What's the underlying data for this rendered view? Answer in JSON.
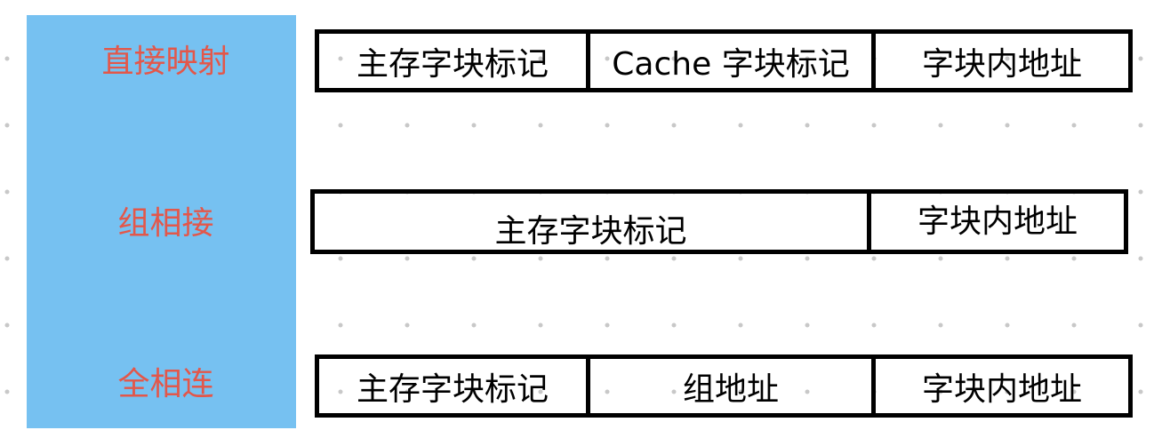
{
  "colors": {
    "panel": "#76c1f1",
    "label": "#e3574a",
    "border": "#000000",
    "dot": "#c8c8c8"
  },
  "rows": [
    {
      "label": "直接映射",
      "fields": [
        "主存字块标记",
        "Cache 字块标记",
        "字块内地址"
      ]
    },
    {
      "label": "组相接",
      "fields": [
        "主存字块标记",
        "字块内地址"
      ]
    },
    {
      "label": "全相连",
      "fields": [
        "主存字块标记",
        "组地址",
        "字块内地址"
      ]
    }
  ]
}
